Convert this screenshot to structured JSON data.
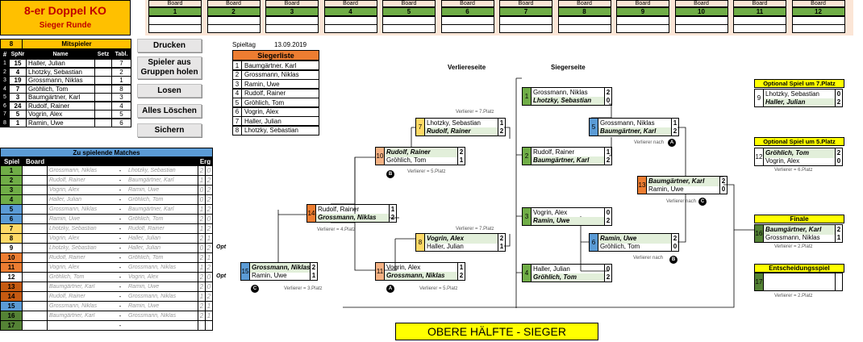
{
  "title": "8-er Doppel KO",
  "subtitle": "Sieger Runde",
  "boards": {
    "header": "Board",
    "numbers": [
      "1",
      "2",
      "3",
      "4",
      "5",
      "6",
      "7",
      "8",
      "9",
      "10",
      "11",
      "12"
    ]
  },
  "buttons": {
    "print": "Drucken",
    "fetch": "Spieler aus Gruppen holen",
    "draw": "Losen",
    "clear": "Alles Löschen",
    "save": "Sichern"
  },
  "players": {
    "count": "8",
    "title": "Mitspieler",
    "cols": {
      "no": "#",
      "spnr": "SpNr",
      "name": "Name",
      "setz": "Setz",
      "tabl": "Tabl."
    },
    "rows": [
      {
        "no": "1",
        "spnr": "15",
        "name": "Haller, Julian",
        "tabl": "7"
      },
      {
        "no": "2",
        "spnr": "4",
        "name": "Lhotzky, Sebastian",
        "tabl": "2"
      },
      {
        "no": "3",
        "spnr": "19",
        "name": "Grossmann, Niklas",
        "tabl": "1"
      },
      {
        "no": "4",
        "spnr": "7",
        "name": "Gröhlich, Tom",
        "tabl": "8"
      },
      {
        "no": "5",
        "spnr": "3",
        "name": "Baumgärtner, Karl",
        "tabl": "3"
      },
      {
        "no": "6",
        "spnr": "24",
        "name": "Rudolf, Rainer",
        "tabl": "4"
      },
      {
        "no": "7",
        "spnr": "5",
        "name": "Vogrin, Alex",
        "tabl": "5"
      },
      {
        "no": "8",
        "spnr": "1",
        "name": "Ramin, Uwe",
        "tabl": "6"
      }
    ]
  },
  "spieltag": {
    "label": "Spieltag",
    "date": "13.09.2019"
  },
  "siegerliste": {
    "title": "Siegerliste",
    "rows": [
      "Baumgärtner, Karl",
      "Grossmann, Niklas",
      "Ramin, Uwe",
      "Rudolf, Rainer",
      "Gröhlich, Tom",
      "Vogrin, Alex",
      "Haller, Julian",
      "Lhotzky, Sebastian"
    ],
    "nums": [
      "1",
      "2",
      "3",
      "4",
      "5",
      "6",
      "7",
      "8"
    ]
  },
  "matches": {
    "title": "Zu spielende Matches",
    "cols": {
      "spiel": "Spiel",
      "board": "Board",
      "erg": "Erg"
    },
    "rows": [
      {
        "n": "1",
        "a": "Grossmann, Niklas",
        "b": "Lhotzky, Sebastian",
        "s1": "2",
        "s2": "0",
        "opt": ""
      },
      {
        "n": "2",
        "a": "Rudolf, Rainer",
        "b": "Baumgärtner, Karl",
        "s1": "1",
        "s2": "2",
        "opt": ""
      },
      {
        "n": "3",
        "a": "Vogrin, Alex",
        "b": "Ramin, Uwe",
        "s1": "0",
        "s2": "2",
        "opt": ""
      },
      {
        "n": "4",
        "a": "Haller, Julian",
        "b": "Gröhlich, Tom",
        "s1": "0",
        "s2": "2",
        "opt": ""
      },
      {
        "n": "5",
        "a": "Grossmann, Niklas",
        "b": "Baumgärtner, Karl",
        "s1": "1",
        "s2": "2",
        "opt": ""
      },
      {
        "n": "6",
        "a": "Ramin, Uwe",
        "b": "Gröhlich, Tom",
        "s1": "2",
        "s2": "0",
        "opt": ""
      },
      {
        "n": "7",
        "a": "Lhotzky, Sebastian",
        "b": "Rudolf, Rainer",
        "s1": "1",
        "s2": "2",
        "opt": ""
      },
      {
        "n": "8",
        "a": "Vogrin, Alex",
        "b": "Haller, Julian",
        "s1": "2",
        "s2": "1",
        "opt": ""
      },
      {
        "n": "9",
        "a": "Lhotzky, Sebastian",
        "b": "Haller, Julian",
        "s1": "0",
        "s2": "2",
        "opt": "Opt"
      },
      {
        "n": "10",
        "a": "Rudolf, Rainer",
        "b": "Gröhlich, Tom",
        "s1": "2",
        "s2": "1",
        "opt": ""
      },
      {
        "n": "11",
        "a": "Vogrin, Alex",
        "b": "Grossmann, Niklas",
        "s1": "1",
        "s2": "2",
        "opt": ""
      },
      {
        "n": "12",
        "a": "Gröhlich, Tom",
        "b": "Vogrin, Alex",
        "s1": "2",
        "s2": "0",
        "opt": "Opt"
      },
      {
        "n": "13",
        "a": "Baumgärtner, Karl",
        "b": "Ramin, Uwe",
        "s1": "2",
        "s2": "0",
        "opt": ""
      },
      {
        "n": "14",
        "a": "Rudolf, Rainer",
        "b": "Grossmann, Niklas",
        "s1": "1",
        "s2": "2",
        "opt": ""
      },
      {
        "n": "15",
        "a": "Grossmann, Niklas",
        "b": "Ramin, Uwe",
        "s1": "2",
        "s2": "1",
        "opt": ""
      },
      {
        "n": "16",
        "a": "Baumgärtner, Karl",
        "b": "Grossmann, Niklas",
        "s1": "2",
        "s2": "1",
        "opt": ""
      },
      {
        "n": "17",
        "a": "",
        "b": "",
        "s1": "",
        "s2": "",
        "opt": ""
      }
    ],
    "dash": "-"
  },
  "bracket": {
    "verliererseite": "Verliereseite",
    "siegerseite": "Siegerseite",
    "games": [
      {
        "n": "1",
        "p1": "Grossmann, Niklas",
        "s1": "2",
        "p2": "Lhotzky, Sebastian",
        "s2": "0"
      },
      {
        "n": "2",
        "p1": "Rudolf, Rainer",
        "s1": "1",
        "p2": "Baumgärtner, Karl",
        "s2": "2"
      },
      {
        "n": "3",
        "p1": "Vogrin, Alex",
        "s1": "0",
        "p2": "Ramin, Uwe",
        "s2": "2"
      },
      {
        "n": "4",
        "p1": "Haller, Julian",
        "s1": "0",
        "p2": "Gröhlich, Tom",
        "s2": "2"
      },
      {
        "n": "5",
        "p1": "Grossmann, Niklas",
        "s1": "1",
        "p2": "Baumgärtner, Karl",
        "s2": "2"
      },
      {
        "n": "6",
        "p1": "Ramin, Uwe",
        "s1": "2",
        "p2": "Gröhlich, Tom",
        "s2": "0"
      },
      {
        "n": "7",
        "p1": "Lhotzky, Sebastian",
        "s1": "1",
        "p2": "Rudolf, Rainer",
        "s2": "2"
      },
      {
        "n": "8",
        "p1": "Vogrin, Alex",
        "s1": "2",
        "p2": "Haller, Julian",
        "s2": "1"
      },
      {
        "n": "9",
        "p1": "Lhotzky, Sebastian",
        "s1": "0",
        "p2": "Haller, Julian",
        "s2": "2"
      },
      {
        "n": "10",
        "p1": "Rudolf, Rainer",
        "s1": "2",
        "p2": "Gröhlich, Tom",
        "s2": "1"
      },
      {
        "n": "11",
        "p1": "Vogrin, Alex",
        "s1": "1",
        "p2": "Grossmann, Niklas",
        "s2": "2"
      },
      {
        "n": "12",
        "p1": "Gröhlich, Tom",
        "s1": "2",
        "p2": "Vogrin, Alex",
        "s2": "0"
      },
      {
        "n": "13",
        "p1": "Baumgärtner, Karl",
        "s1": "2",
        "p2": "Ramin, Uwe",
        "s2": "0"
      },
      {
        "n": "14",
        "p1": "Rudolf, Rainer",
        "s1": "1",
        "p2": "Grossmann, Niklas",
        "s2": "2"
      },
      {
        "n": "15",
        "p1": "Grossmann, Niklas",
        "s1": "2",
        "p2": "Ramin, Uwe",
        "s2": "1"
      },
      {
        "n": "16",
        "p1": "Baumgärtner, Karl",
        "s1": "2",
        "p2": "Grossmann, Niklas",
        "s2": "1"
      },
      {
        "n": "17",
        "p1": "",
        "s1": "",
        "p2": "",
        "s2": ""
      }
    ],
    "labels": {
      "v7": "Verlierer = 7.Platz",
      "v5": "Verlierer = 5.Platz",
      "v4": "Verlierer = 4.Platz",
      "v3": "Verlierer = 3.Platz",
      "vnach": "Verlierer nach",
      "v6": "Verlierer = 6.Platz",
      "v2": "Verlierer = 2.Platz"
    },
    "markers": {
      "a": "A",
      "b": "B",
      "c": "C"
    },
    "opt7": "Optional Spiel um 7.Platz",
    "opt5": "Optional Spiel um 5.Platz",
    "finale": "Finale",
    "entscheidung": "Entscheidungsspiel",
    "banner": "OBERE HÄLFTE - SIEGER"
  },
  "colors": {
    "title_bg": "#ffc000",
    "title_text": "#c00000",
    "green": "#70ad47",
    "orange": "#ed7d31",
    "yellow": "#ffd966",
    "blue": "#5b9bd5",
    "lightblue": "#bdd7ee",
    "red": "#c55a11",
    "dark": "#548235",
    "banner": "#ffff00"
  }
}
